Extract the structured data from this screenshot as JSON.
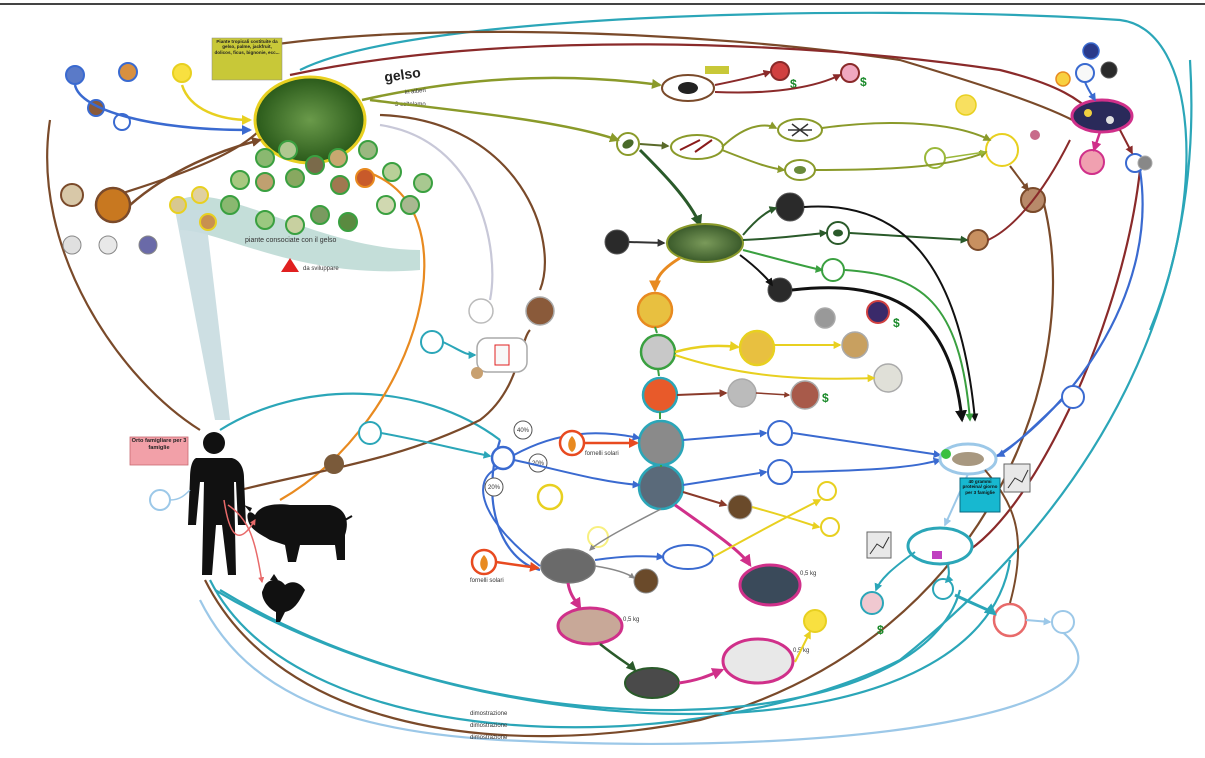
{
  "colors": {
    "teal": "#2ba6b8",
    "brown": "#7a4a2a",
    "dark_red": "#8a2a2a",
    "olive": "#8a9a2a",
    "green": "#3aa040",
    "yellow": "#e8d020",
    "orange": "#e88a20",
    "blue": "#3a6ad0",
    "magenta": "#d0308a",
    "dark_green": "#2a5a2a",
    "black": "#111111",
    "lightblue": "#9cc8e8",
    "note_yellow": "#c8c838",
    "note_cyan": "#17b8d0",
    "note_pink": "#f2a0a8"
  },
  "notes": {
    "plants_box": "Piante tropicali costituite da gelso, palme, jackfruit, dolicos, ficus, bignonie, ecc...",
    "family_box": "Orto famigliare per 3 famiglie",
    "cyan_box": "40 grammi proteina/ giorno per 3 famiglie"
  },
  "labels": {
    "gelso": "gelso",
    "gelso_sub1": "in alberi",
    "gelso_sub2": "3 coltelamo",
    "piante_row": "piante consociate con il gelso",
    "sviluppo": "da sviluppare",
    "dimostrazione1": "dimostrazione",
    "dimostrazione2": "dimostrazione",
    "dimostrazione3": "dimostrazione",
    "pct1": "40%",
    "pct2": "20%",
    "pct3": "20%",
    "kg1": "0,5 kg",
    "kg2": "0,5 kg",
    "kg3": "0,5 kg",
    "dollar": "$",
    "fornelli": "fornelli solari",
    "fornelli2": "fornelli solari"
  }
}
